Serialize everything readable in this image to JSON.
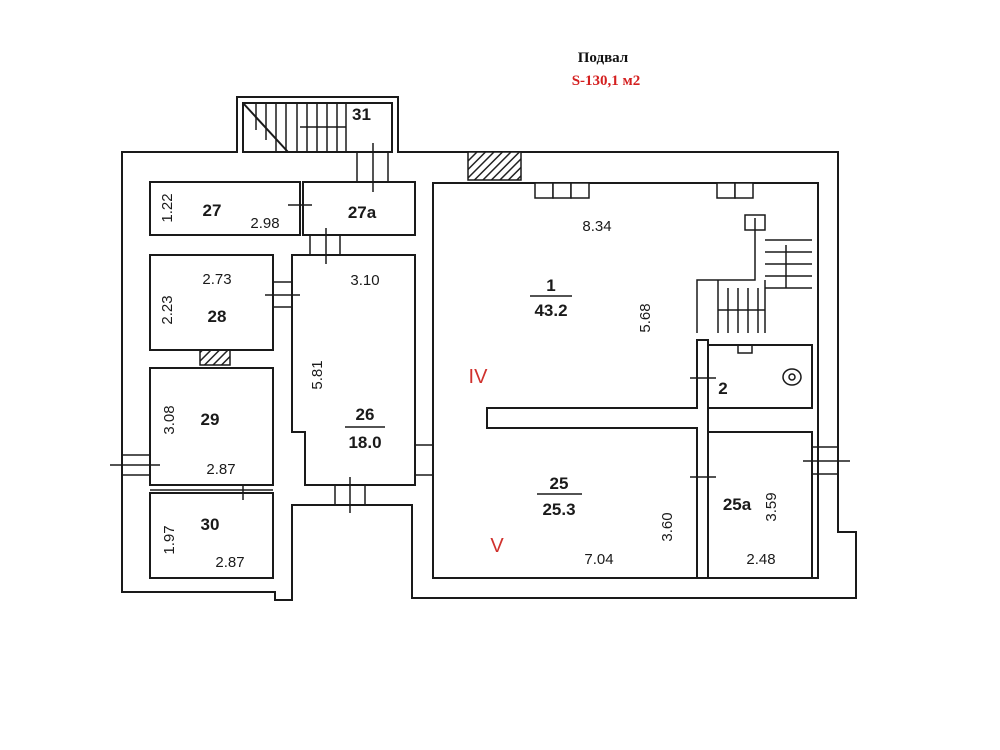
{
  "header": {
    "title": "Подвал",
    "area": "S-130,1 м2"
  },
  "rooms": {
    "r1": {
      "number": "1",
      "area": "43.2",
      "dims": [
        "8.34",
        "5.68"
      ],
      "zone": "IV"
    },
    "r2": {
      "number": "2"
    },
    "r25": {
      "number": "25",
      "area": "25.3",
      "dims": [
        "7.04",
        "3.60"
      ],
      "zone": "V"
    },
    "r25a": {
      "number": "25a",
      "dims": [
        "3.59",
        "2.48"
      ]
    },
    "r26": {
      "number": "26",
      "area": "18.0",
      "dims": [
        "3.10",
        "5.81"
      ]
    },
    "r27": {
      "number": "27",
      "dims": [
        "1.22",
        "2.98"
      ]
    },
    "r27a": {
      "number": "27a"
    },
    "r28": {
      "number": "28",
      "dims": [
        "2.73",
        "2.23"
      ]
    },
    "r29": {
      "number": "29",
      "dims": [
        "3.08",
        "2.87"
      ]
    },
    "r30": {
      "number": "30",
      "dims": [
        "1.97",
        "2.87"
      ]
    },
    "r31": {
      "number": "31"
    }
  },
  "colors": {
    "wall": "#1a1a1a",
    "accent": "#d0312d"
  }
}
